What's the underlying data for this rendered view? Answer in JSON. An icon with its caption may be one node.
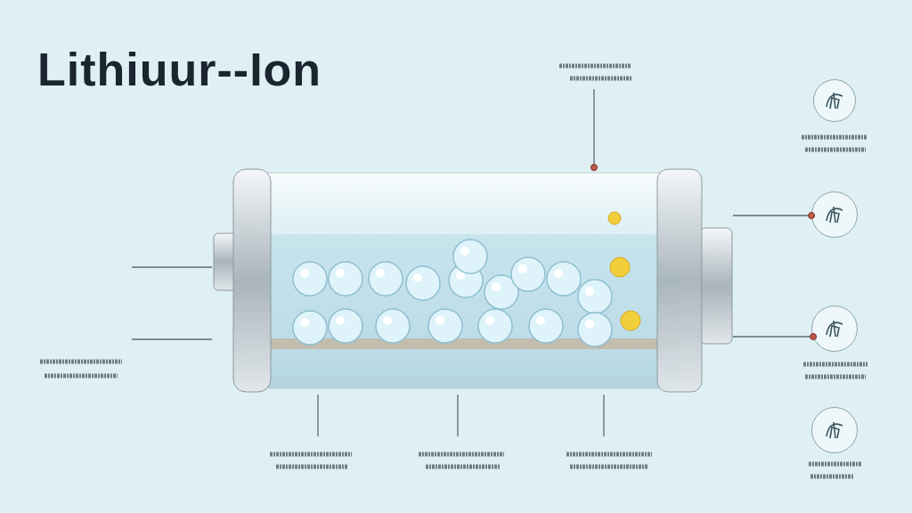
{
  "diagram": {
    "title": "Lithiuur--Ion",
    "nodes": [
      {
        "text": [],
        "shape": "picture"
      },
      {
        "text": [],
        "shape": "circle"
      },
      {
        "text": [],
        "shape": "circle"
      },
      {
        "text": [],
        "shape": "circle"
      },
      {
        "text": [],
        "shape": "circle"
      }
    ],
    "edges": [
      {
        "from": null,
        "to": 0,
        "arrow": "other"
      },
      {
        "from": null,
        "to": 0,
        "arrow": "none"
      },
      {
        "from": null,
        "to": 0,
        "arrow": "none"
      },
      {
        "from": 0,
        "to": null,
        "arrow": "none"
      },
      {
        "from": 0,
        "to": null,
        "arrow": "none"
      },
      {
        "from": 0,
        "to": null,
        "arrow": "none"
      },
      {
        "from": 0,
        "to": 2,
        "arrow": "other"
      },
      {
        "from": 0,
        "to": 3,
        "arrow": "other"
      }
    ]
  }
}
